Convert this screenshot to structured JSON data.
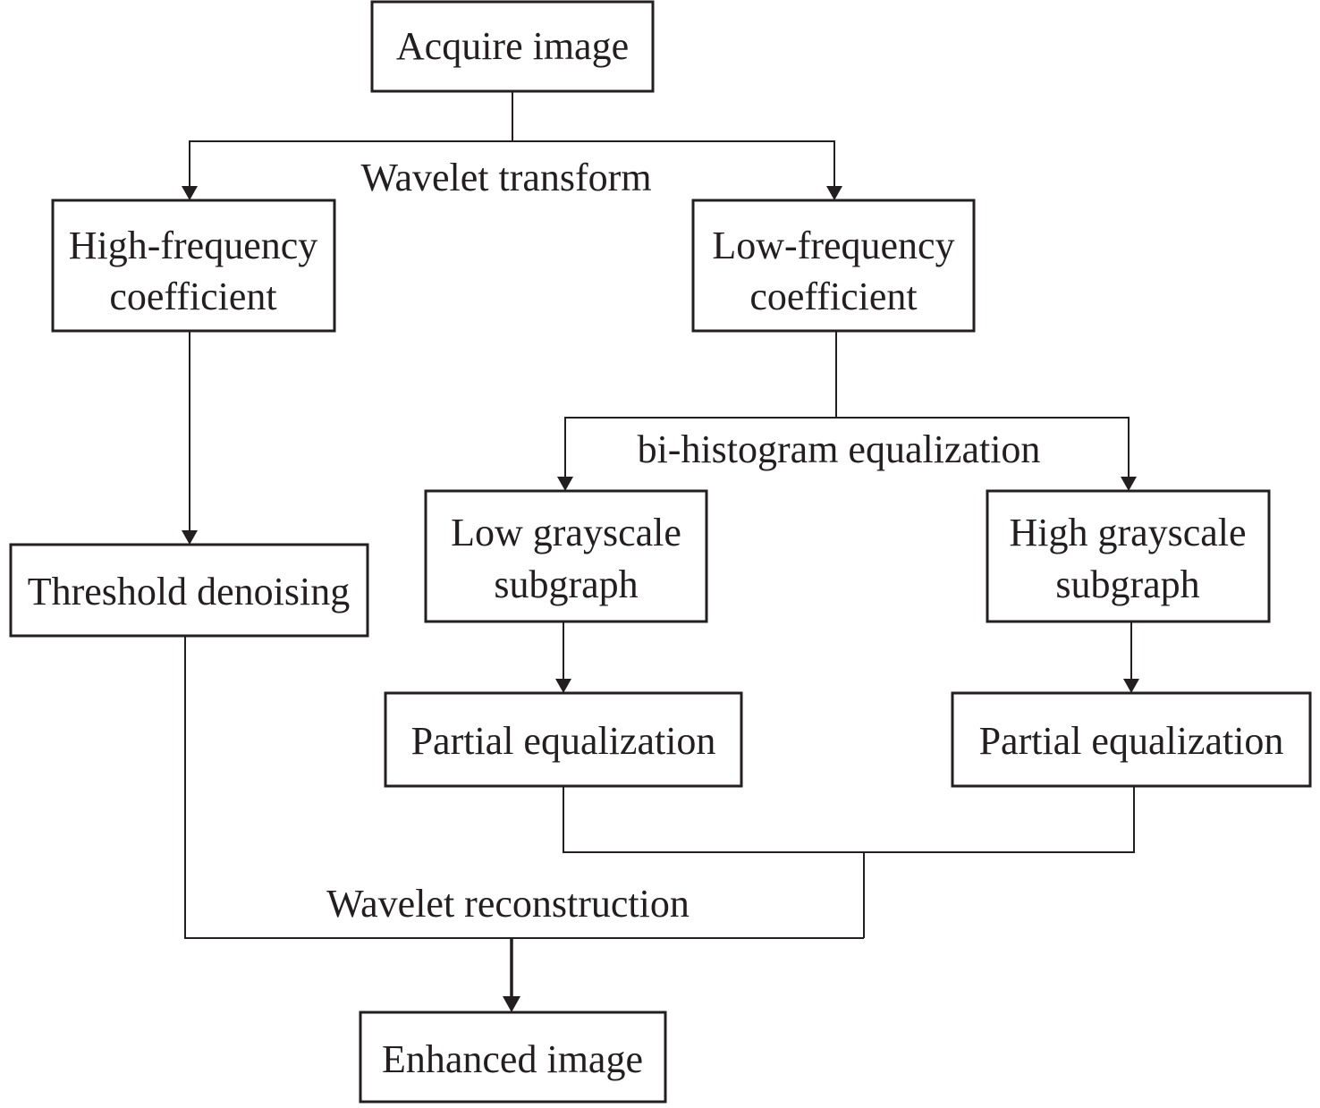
{
  "nodes": {
    "acquire": {
      "lines": [
        "Acquire image"
      ]
    },
    "high_freq": {
      "lines": [
        "High-frequency",
        "coefficient"
      ]
    },
    "low_freq": {
      "lines": [
        "Low-frequency",
        "coefficient"
      ]
    },
    "threshold": {
      "lines": [
        "Threshold denoising"
      ]
    },
    "low_gray": {
      "lines": [
        "Low grayscale",
        "subgraph"
      ]
    },
    "high_gray": {
      "lines": [
        "High grayscale",
        "subgraph"
      ]
    },
    "partial_left": {
      "lines": [
        "Partial equalization"
      ]
    },
    "partial_right": {
      "lines": [
        "Partial equalization"
      ]
    },
    "enhanced": {
      "lines": [
        "Enhanced image"
      ]
    }
  },
  "edge_labels": {
    "wavelet_transform": "Wavelet transform",
    "bi_histogram": "bi-histogram equalization",
    "wavelet_reconstruction": "Wavelet reconstruction"
  },
  "colors": {
    "stroke": "#231f20",
    "background": "#ffffff"
  }
}
